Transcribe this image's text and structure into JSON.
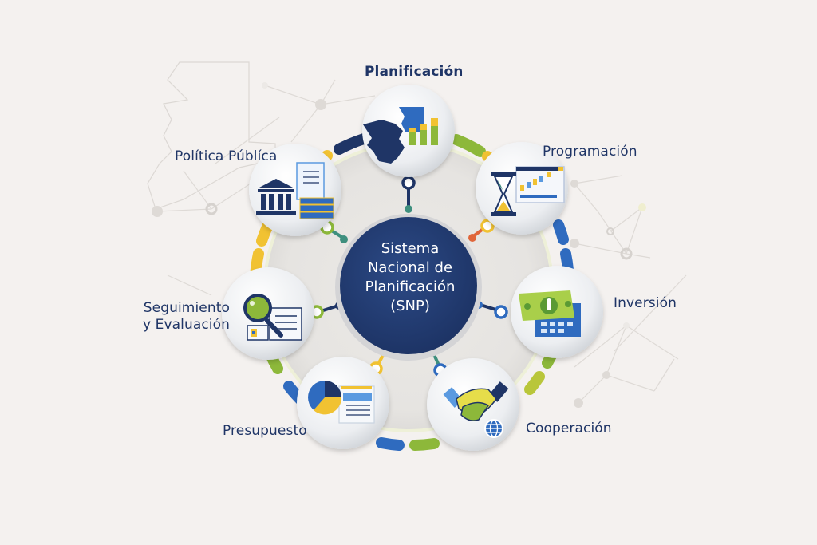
{
  "center": {
    "line1": "Sistema",
    "line2": "Nacional de",
    "line3": "Planificación",
    "line4": "(SNP)"
  },
  "nodes": [
    {
      "id": "planificacion",
      "label": "Planificación",
      "icon": "map-bar-chart-icon"
    },
    {
      "id": "programacion",
      "label": "Programación",
      "icon": "hourglass-gantt-icon"
    },
    {
      "id": "inversion",
      "label": "Inversión",
      "icon": "money-calendar-icon"
    },
    {
      "id": "cooperacion",
      "label": "Cooperación",
      "icon": "handshake-globe-icon"
    },
    {
      "id": "presupuesto",
      "label": "Presupuesto",
      "icon": "pie-chart-document-icon"
    },
    {
      "id": "seguimiento",
      "label_line1": "Seguimiento",
      "label_line2": "y Evaluación",
      "icon": "magnifier-document-icon"
    },
    {
      "id": "politica",
      "label": "Política Públíca",
      "icon": "government-building-icon"
    }
  ],
  "colors": {
    "navy": "#1f3566",
    "blue": "#2f6bbf",
    "lightBlue": "#5b9ae0",
    "green": "#8db83a",
    "yellow": "#f1c232",
    "teal": "#3e8f7e",
    "orange": "#e0663a",
    "background": "#f4f1ef"
  }
}
